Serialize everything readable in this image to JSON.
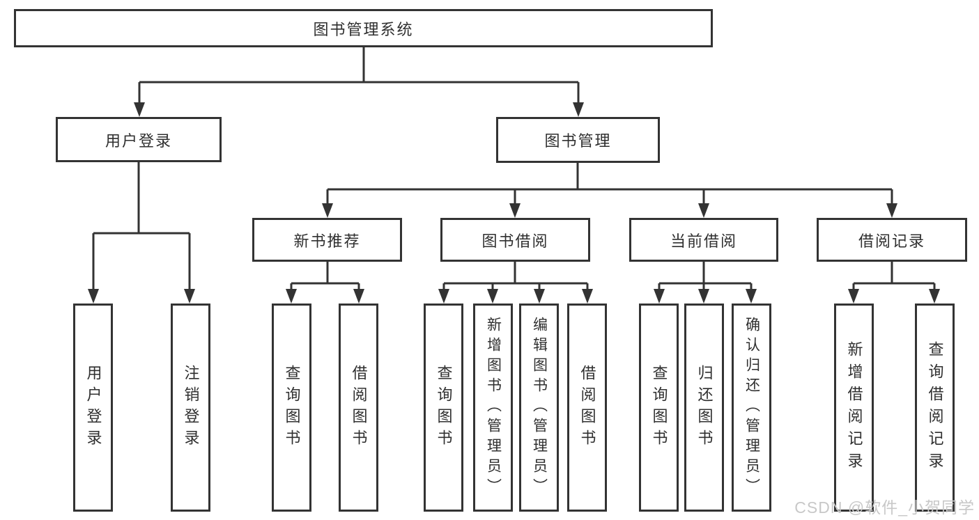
{
  "diagram": {
    "root": {
      "label": "图书管理系统"
    },
    "level2": {
      "user_login": {
        "label": "用户登录"
      },
      "book_management": {
        "label": "图书管理"
      }
    },
    "level3": {
      "new_book_recommend": {
        "label": "新书推荐"
      },
      "book_borrow": {
        "label": "图书借阅"
      },
      "current_borrow": {
        "label": "当前借阅"
      },
      "borrow_records": {
        "label": "借阅记录"
      }
    },
    "leaves": {
      "login": [
        "用户登录",
        "注销登录"
      ],
      "recommend": [
        "查询图书",
        "借阅图书"
      ],
      "borrow": [
        "查询图书",
        "新增图书（管理员）",
        "编辑图书（管理员）",
        "借阅图书"
      ],
      "current": [
        "查询图书",
        "归还图书",
        "确认归还（管理员）"
      ],
      "records": [
        "新增借阅记录",
        "查询借阅记录"
      ]
    }
  },
  "watermark": {
    "text": "CSDN @软件_小贺同学"
  },
  "colors": {
    "line": "#333333",
    "box_border": "#333333",
    "text": "#2f2f2f",
    "watermark": "#c8c8c8",
    "background": "#ffffff"
  }
}
